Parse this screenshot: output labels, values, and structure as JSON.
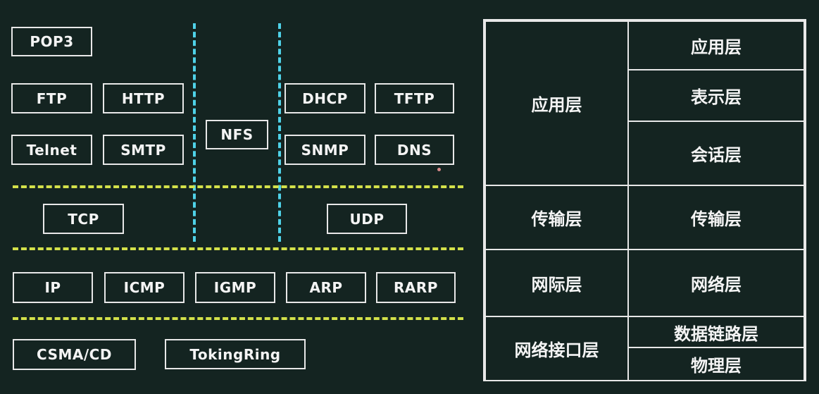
{
  "colors": {
    "background": "#142421",
    "box_border": "#e8e8e8",
    "vertical_divider": "#4fd2e8",
    "horizontal_divider": "#d3e04a"
  },
  "protocols": {
    "pop3": "POP3",
    "ftp": "FTP",
    "http": "HTTP",
    "telnet": "Telnet",
    "smtp": "SMTP",
    "nfs": "NFS",
    "dhcp": "DHCP",
    "tftp": "TFTP",
    "snmp": "SNMP",
    "dns": "DNS",
    "tcp": "TCP",
    "udp": "UDP",
    "ip": "IP",
    "icmp": "ICMP",
    "igmp": "IGMP",
    "arp": "ARP",
    "rarp": "RARP",
    "csma_cd": "CSMA/CD",
    "tokingring": "TokingRing"
  },
  "tcpip_layers": {
    "application": "应用层",
    "transport": "传输层",
    "internet": "网际层",
    "network_interface": "网络接口层"
  },
  "osi_layers": {
    "application": "应用层",
    "presentation": "表示层",
    "session": "会话层",
    "transport": "传输层",
    "network": "网络层",
    "data_link": "数据链路层",
    "physical": "物理层"
  }
}
